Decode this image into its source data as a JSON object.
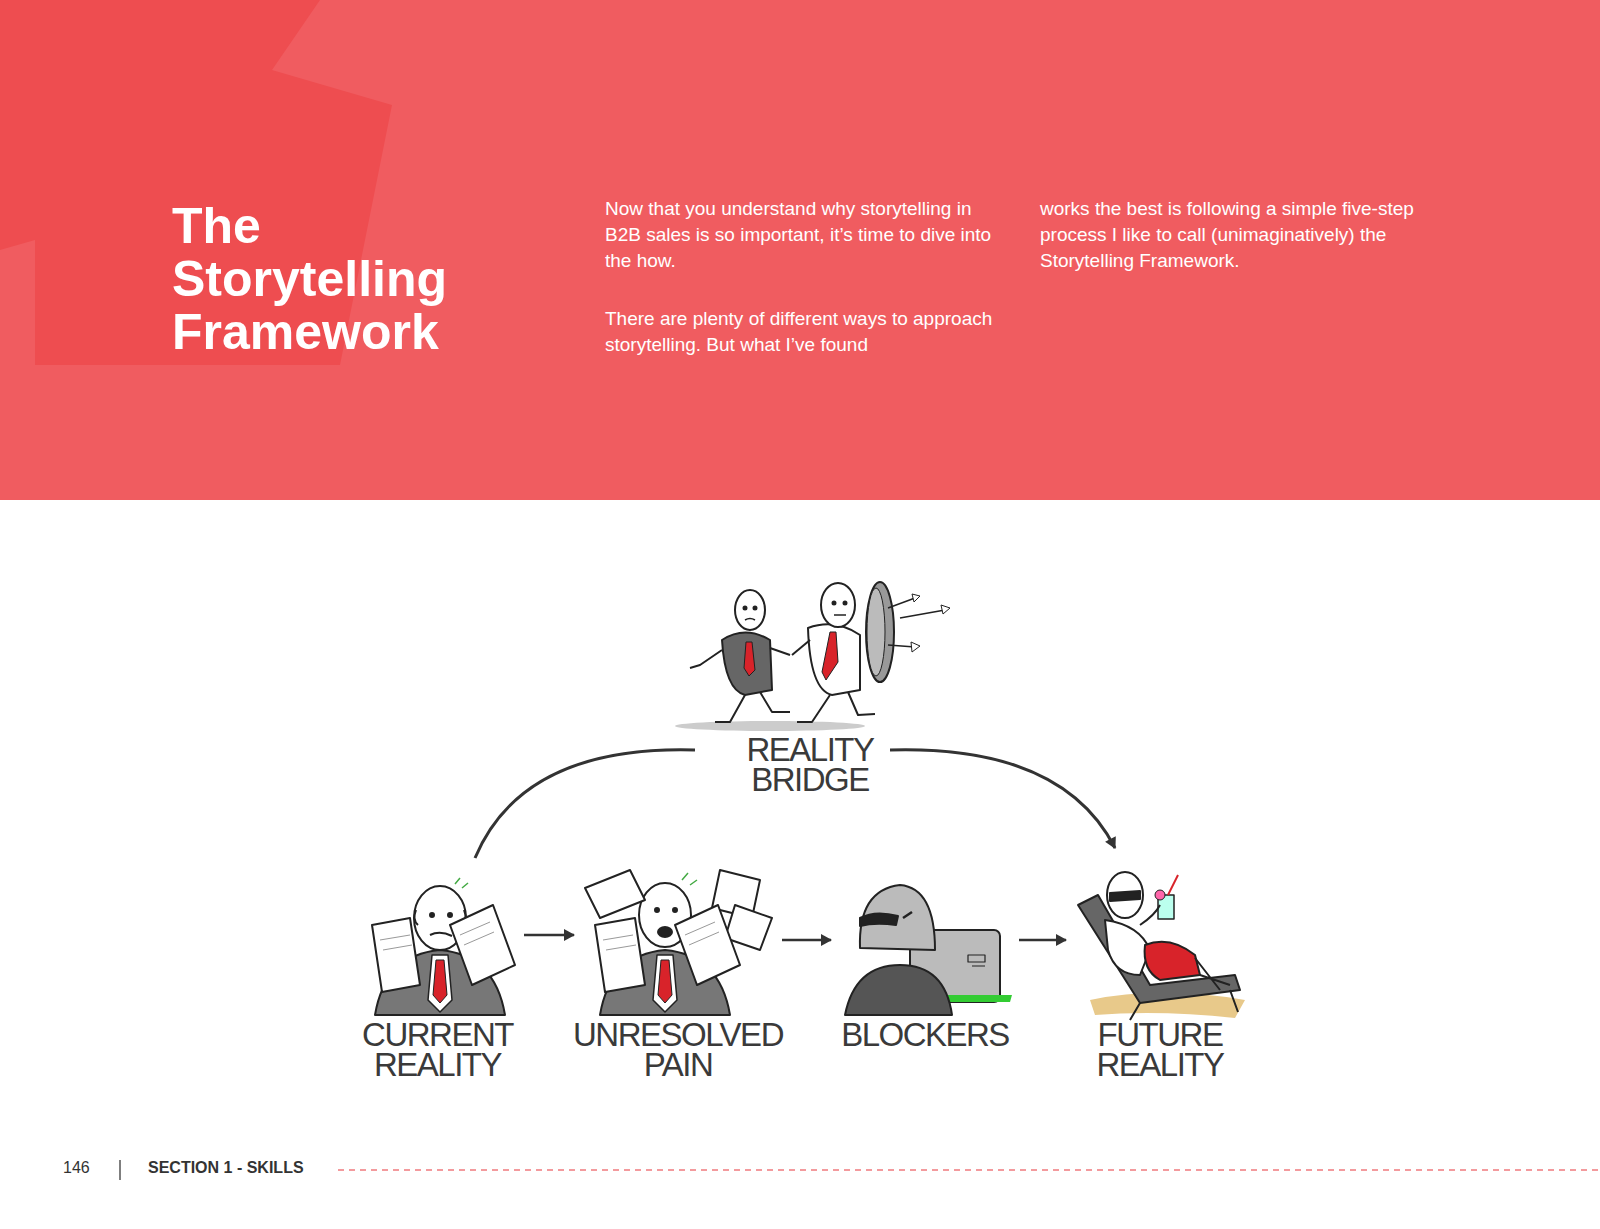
{
  "diagram": {
    "title": "The Storytelling Framework",
    "nodes": [
      {
        "text": [
          "REALITY BRIDGE"
        ]
      },
      {
        "text": [
          "CURRENT REALITY"
        ]
      },
      {
        "text": [
          "UNRESOLVED PAIN"
        ]
      },
      {
        "text": [
          "BLOCKERS"
        ]
      },
      {
        "text": [
          "FUTURE REALITY"
        ]
      }
    ],
    "edges": [
      {
        "from": 1,
        "to": 2,
        "arrow": "to"
      },
      {
        "from": 2,
        "to": 3,
        "arrow": "to"
      },
      {
        "from": 3,
        "to": 4,
        "arrow": "to"
      },
      {
        "from": 1,
        "to": 0,
        "arrow": "none"
      },
      {
        "from": 0,
        "to": 4,
        "arrow": "to"
      }
    ],
    "labels": [
      "Now that you understand why storytelling in B2B sales is so important, it’s time to dive into the how.",
      "There are plenty of different ways to approach storytelling. But what I’ve found",
      "works the best is following a simple five-step process I like to call (unimaginatively) the Storytelling Framework.",
      "146",
      "SECTION 1 - SKILLS"
    ]
  }
}
